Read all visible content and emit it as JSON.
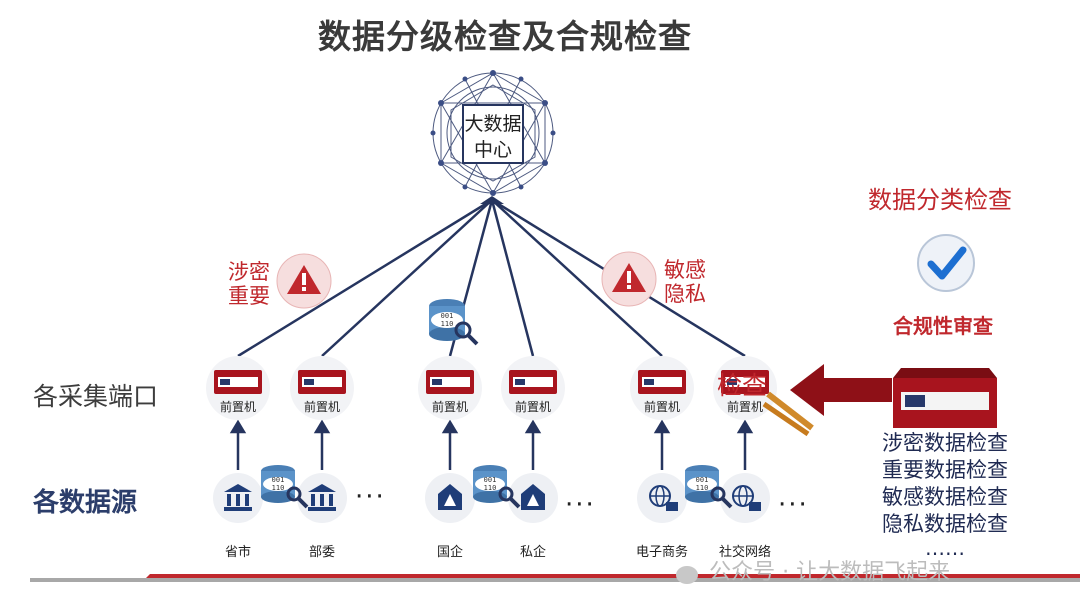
{
  "title": "数据分级检查及合规检查",
  "center": {
    "line1": "大数据",
    "line2": "中心"
  },
  "warnings": [
    {
      "line1": "涉密",
      "line2": "重要"
    },
    {
      "line1": "敏感",
      "line2": "隐私"
    }
  ],
  "row_labels": {
    "ports": "各采集端口",
    "sources": "各数据源"
  },
  "front_machine_label": "前置机",
  "inspect_stamp": "检查",
  "sources": [
    "省市",
    "部委",
    "国企",
    "私企",
    "电子商务",
    "社交网络"
  ],
  "ellipsis": "···",
  "right_panel": {
    "classification_title": "数据分类检查",
    "compliance_label": "合规性审查",
    "checks": [
      "涉密数据检查",
      "重要数据检查",
      "敏感数据检查",
      "隐私数据检查"
    ],
    "more": "……"
  },
  "watermark": "公众号 · 让大数据飞起来",
  "colors": {
    "accent": "#c0282d",
    "navy": "#1f2a52",
    "line": "#26355f"
  }
}
